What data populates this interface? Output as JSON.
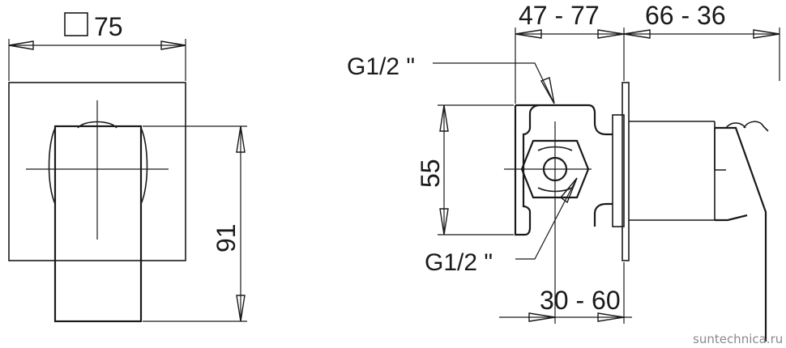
{
  "front_view": {
    "width_label": "75",
    "height_label": "91"
  },
  "side_view": {
    "depth_range_label": "47 - 77",
    "projection_label": "66 - 36",
    "connector_height_label": "55",
    "inlet_thread_top": "G1/2 \"",
    "inlet_thread_bottom": "G1/2 \"",
    "offset_range_label": "30 - 60"
  },
  "watermark": "suntechnica.ru"
}
